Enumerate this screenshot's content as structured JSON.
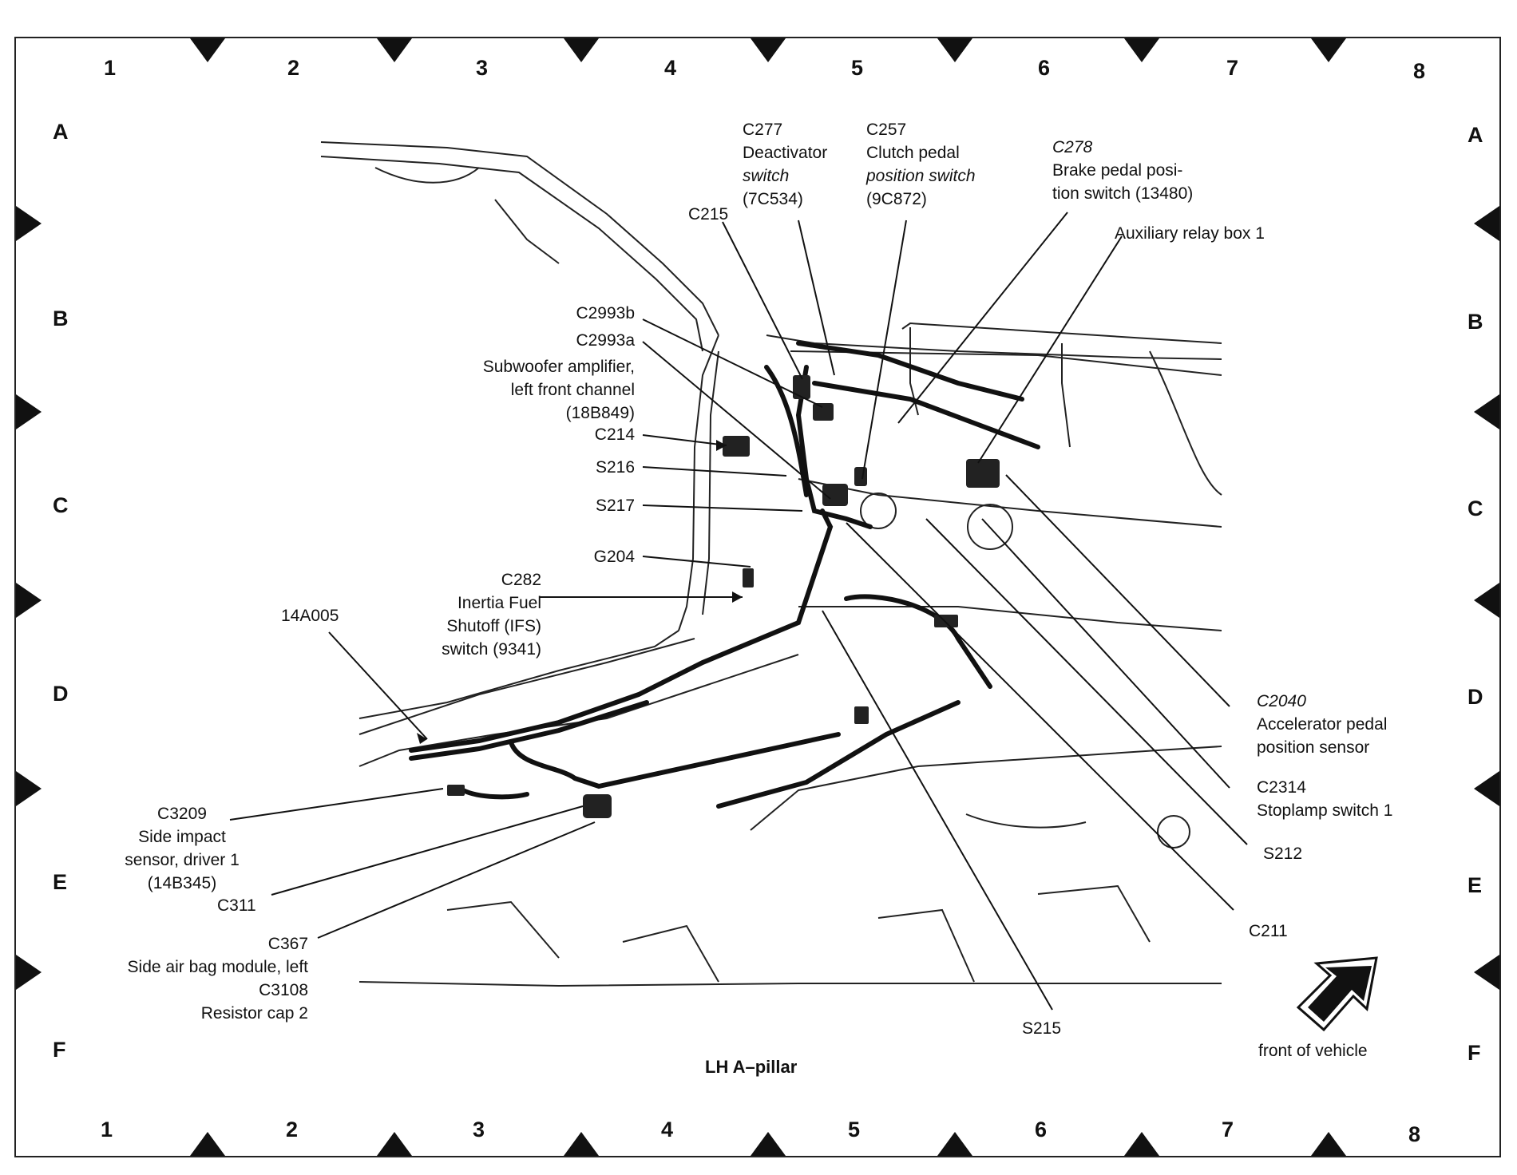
{
  "title": "LH A–pillar",
  "front_label": "front of vehicle",
  "grid": {
    "columns": [
      "1",
      "2",
      "3",
      "4",
      "5",
      "6",
      "7",
      "8"
    ],
    "rows": [
      "A",
      "B",
      "C",
      "D",
      "E",
      "F"
    ]
  },
  "callouts": {
    "c277": [
      "C277",
      "Deactivator",
      "switch",
      "(7C534)"
    ],
    "c257": [
      "C257",
      "Clutch pedal",
      "position switch",
      "(9C872)"
    ],
    "c278": [
      "C278",
      "Brake pedal posi-",
      "tion switch (13480)"
    ],
    "aux_relay": [
      "Auxiliary relay box 1"
    ],
    "c215": [
      "C215"
    ],
    "c2993b": [
      "C2993b"
    ],
    "c2993a": [
      "C2993a"
    ],
    "subwoofer": [
      "Subwoofer amplifier,",
      "left front channel",
      "(18B849)"
    ],
    "c214": [
      "C214"
    ],
    "s216": [
      "S216"
    ],
    "s217": [
      "S217"
    ],
    "g204": [
      "G204"
    ],
    "c282": [
      "C282",
      "Inertia Fuel",
      "Shutoff (IFS)",
      "switch (9341)"
    ],
    "a14a005": [
      "14A005"
    ],
    "c2040": [
      "C2040",
      "Accelerator pedal",
      "position sensor"
    ],
    "c2314": [
      "C2314",
      "Stoplamp switch 1"
    ],
    "s212": [
      "S212"
    ],
    "c211": [
      "C211"
    ],
    "s215": [
      "S215"
    ],
    "c3209": [
      "C3209",
      "Side impact",
      "sensor, driver 1",
      "(14B345)"
    ],
    "c311": [
      "C311"
    ],
    "c367": [
      "C367",
      "Side air bag module, left",
      "C3108",
      "Resistor cap 2"
    ]
  }
}
